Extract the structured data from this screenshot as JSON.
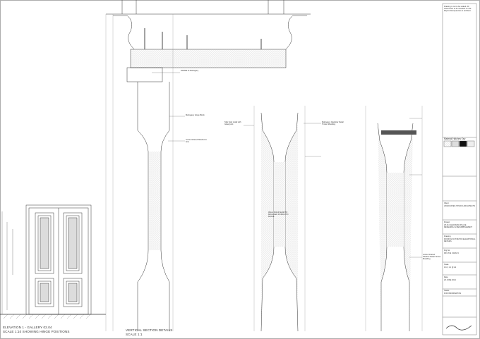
{
  "captions": {
    "elevation_line1": "ELEVATION 1 - GALLERY 02.04",
    "elevation_line2": "SCALE 1:10 SHOWING HINGE POSITIONS",
    "section_line1": "VERTICAL SECTION DETAILS",
    "section_line2": "SCALE 1:1"
  },
  "annotations": {
    "frame_fix": "FRAME fix Mahogany",
    "mahogany_hinge": "Mahogany Hinge Block",
    "joint_note": "Joints Ordered Shadow to form",
    "fix_detail": "Stile fixed detail with Glued joint",
    "panel_thickness": "30mm SOLID SLAB TO MOULDED FIXING RTN DETAIL",
    "mahogany_moulding": "Mahogany Glazebar Detail Timber Moulding",
    "lower_joint": "Joints Ordered Shadow Detail Timber Moulding"
  },
  "title_block": {
    "notes": "Drawing is not to be scaled. All dimensions to be checked on site. Report discrepancies to architect.",
    "key_title": "Material Hatches Key",
    "client_label": "Client",
    "client_value": "ASSOCIATES STUDIO ARCHITECTS",
    "project_label": "Project",
    "project_value": "25-31 CHECKMAN PLACE RESEARCH & REFURBISHMENT",
    "drawing_label": "Drawing",
    "drawing_value": "DOOR 02.04 STEP 1B ELEVATIONAL DETAILS",
    "number_label": "Drg No",
    "number_value": "PR 1719 / DWG 5",
    "scale_label": "Scale",
    "scale_value": "1:10, 1:1 @ A1",
    "date_label": "Date",
    "date_value": "20 JUNE 2014",
    "status_label": "Status",
    "status_value": "FOR INFORMATION"
  }
}
